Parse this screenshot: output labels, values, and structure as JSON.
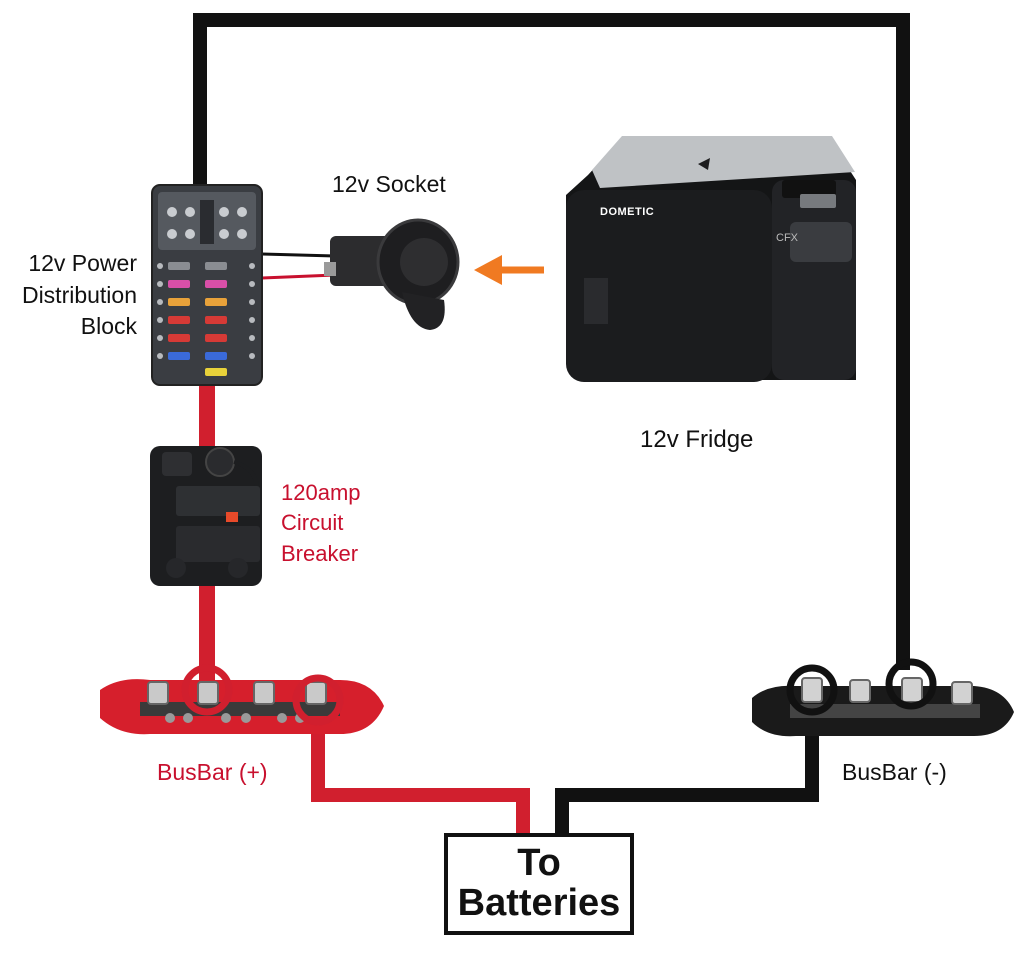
{
  "labels": {
    "power_distribution_block": "12v Power\nDistribution\nBlock",
    "socket": "12v Socket",
    "fridge": "12v Fridge",
    "circuit_breaker": "120amp\nCircuit\nBreaker",
    "busbar_positive": "BusBar (+)",
    "busbar_negative": "BusBar (-)",
    "batteries": "To\nBatteries"
  },
  "fridge_markings": {
    "brand": "DOMETIC",
    "model": "CFX"
  },
  "colors": {
    "positive_wire": "#d11f2e",
    "negative_wire": "#111111",
    "arrow": "#f07a22",
    "busbar_positive": "#d61f2c",
    "busbar_negative": "#1a1a1a"
  },
  "icons": [
    "fuse-block-icon",
    "socket-icon",
    "fridge-icon",
    "circuit-breaker-icon",
    "busbar-icon",
    "arrow-left-icon"
  ]
}
